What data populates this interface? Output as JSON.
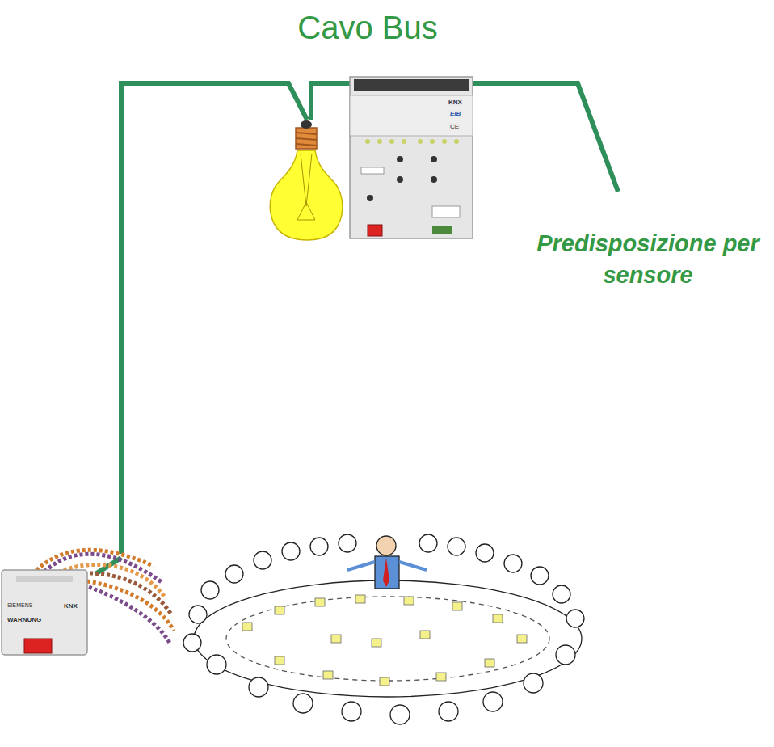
{
  "diagram": {
    "title": "Cavo Bus",
    "labels": [
      "Predisposizione per sensore",
      "SIEMENS",
      "KNX",
      "WARNUNG",
      "KNX",
      "EIB",
      "CE"
    ]
  }
}
